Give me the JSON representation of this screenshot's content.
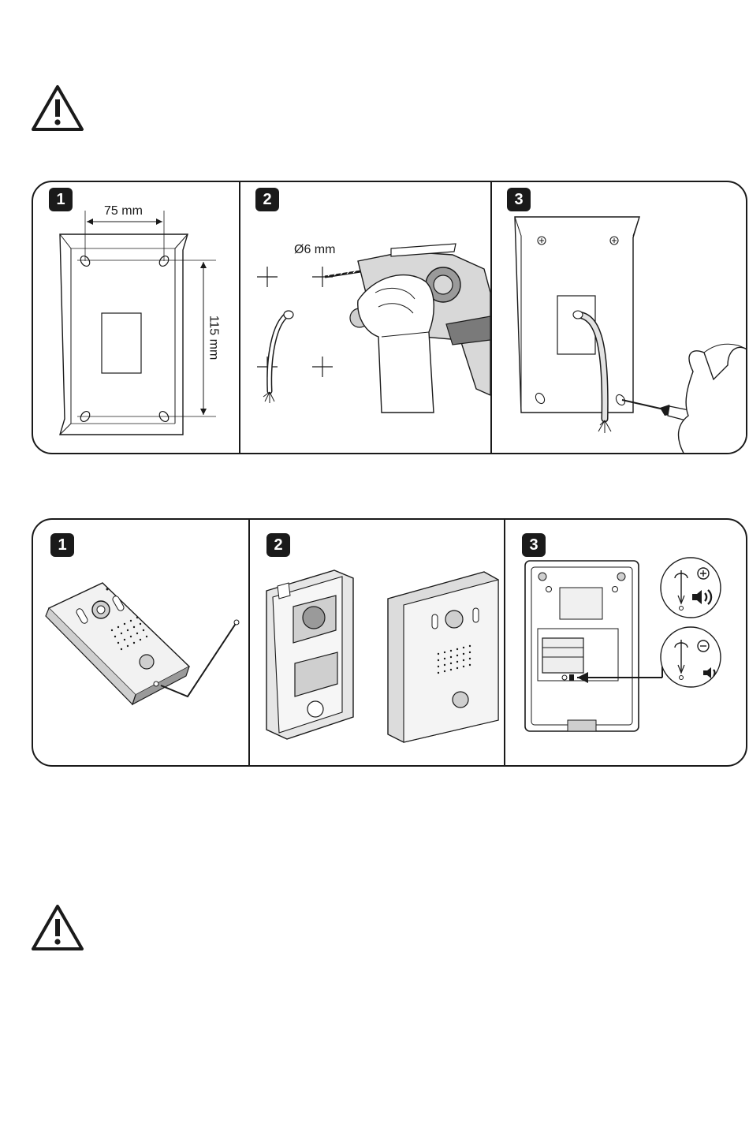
{
  "icons": {
    "top_warning": "warning-triangle-icon",
    "bottom_warning": "warning-triangle-icon"
  },
  "mounting_steps": {
    "steps": [
      {
        "number": "1",
        "dim_width": "75 mm",
        "dim_height": "115 mm"
      },
      {
        "number": "2",
        "drill_size": "Ø6 mm"
      },
      {
        "number": "3"
      }
    ]
  },
  "assembly_steps": {
    "steps": [
      {
        "number": "1"
      },
      {
        "number": "2"
      },
      {
        "number": "3",
        "volume_up_icon": "volume-up-icon",
        "volume_down_icon": "volume-down-icon"
      }
    ]
  },
  "colors": {
    "line": "#1a1a1a",
    "fill_light": "#eeeeee",
    "fill_mid": "#cfcfcf",
    "fill_dark": "#9a9a9a"
  }
}
